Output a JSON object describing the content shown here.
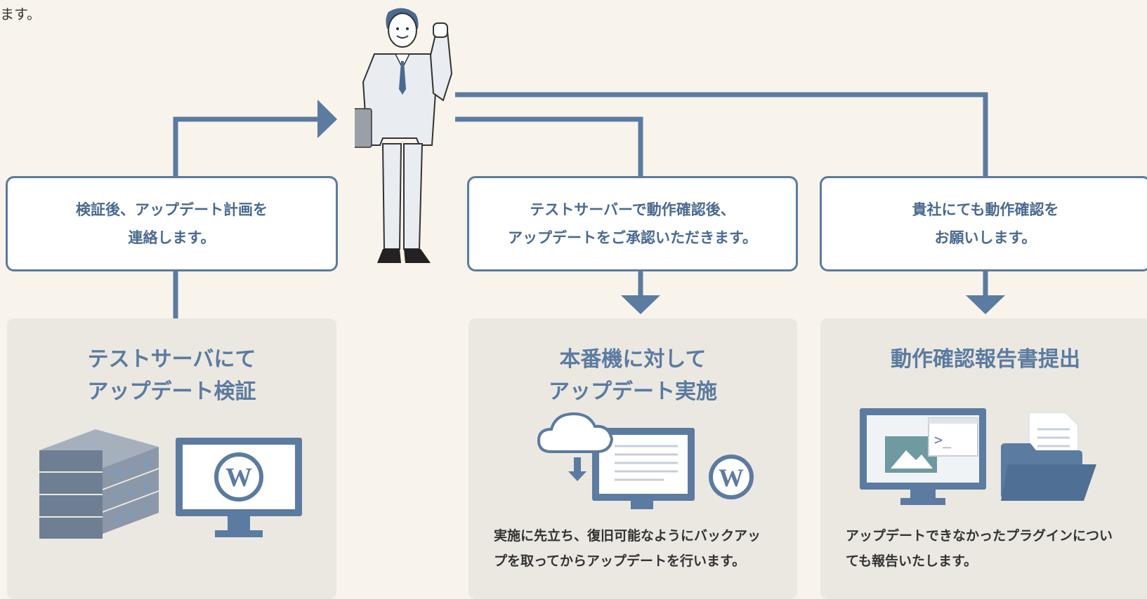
{
  "intro": {
    "text": "ます。"
  },
  "colors": {
    "accent": "#5b7ba0",
    "box_text": "#4a6a8f",
    "background": "#f8f4ec",
    "card_bg": "#ebe8e2"
  },
  "notices": [
    {
      "lines": [
        "検証後、アップデート計画を",
        "連絡します。"
      ]
    },
    {
      "lines": [
        "テストサーバーで動作確認後、",
        "アップデートをご承認いただきます。"
      ]
    },
    {
      "lines": [
        "貴社にても動作確認を",
        "お願いします。"
      ]
    }
  ],
  "steps": [
    {
      "title_lines": [
        "テストサーバにて",
        "アップデート検証"
      ],
      "desc_lines": [],
      "icons": [
        "server-rack-icon",
        "wordpress-monitor-icon"
      ]
    },
    {
      "title_lines": [
        "本番機に対して",
        "アップデート実施"
      ],
      "desc_lines": [
        "実施に先立ち、復旧可能なようにバックアッ",
        "プを取ってからアップデートを行います。"
      ],
      "icons": [
        "cloud-download-icon",
        "monitor-document-icon",
        "wordpress-logo-icon"
      ]
    },
    {
      "title_lines": [
        "動作確認報告書提出"
      ],
      "desc_lines": [
        "アップデートできなかったプラグインについ",
        "ても報告いたします。"
      ],
      "icons": [
        "monitor-terminal-icon",
        "folder-document-icon"
      ]
    }
  ],
  "figures": {
    "person": "businessman-icon"
  }
}
